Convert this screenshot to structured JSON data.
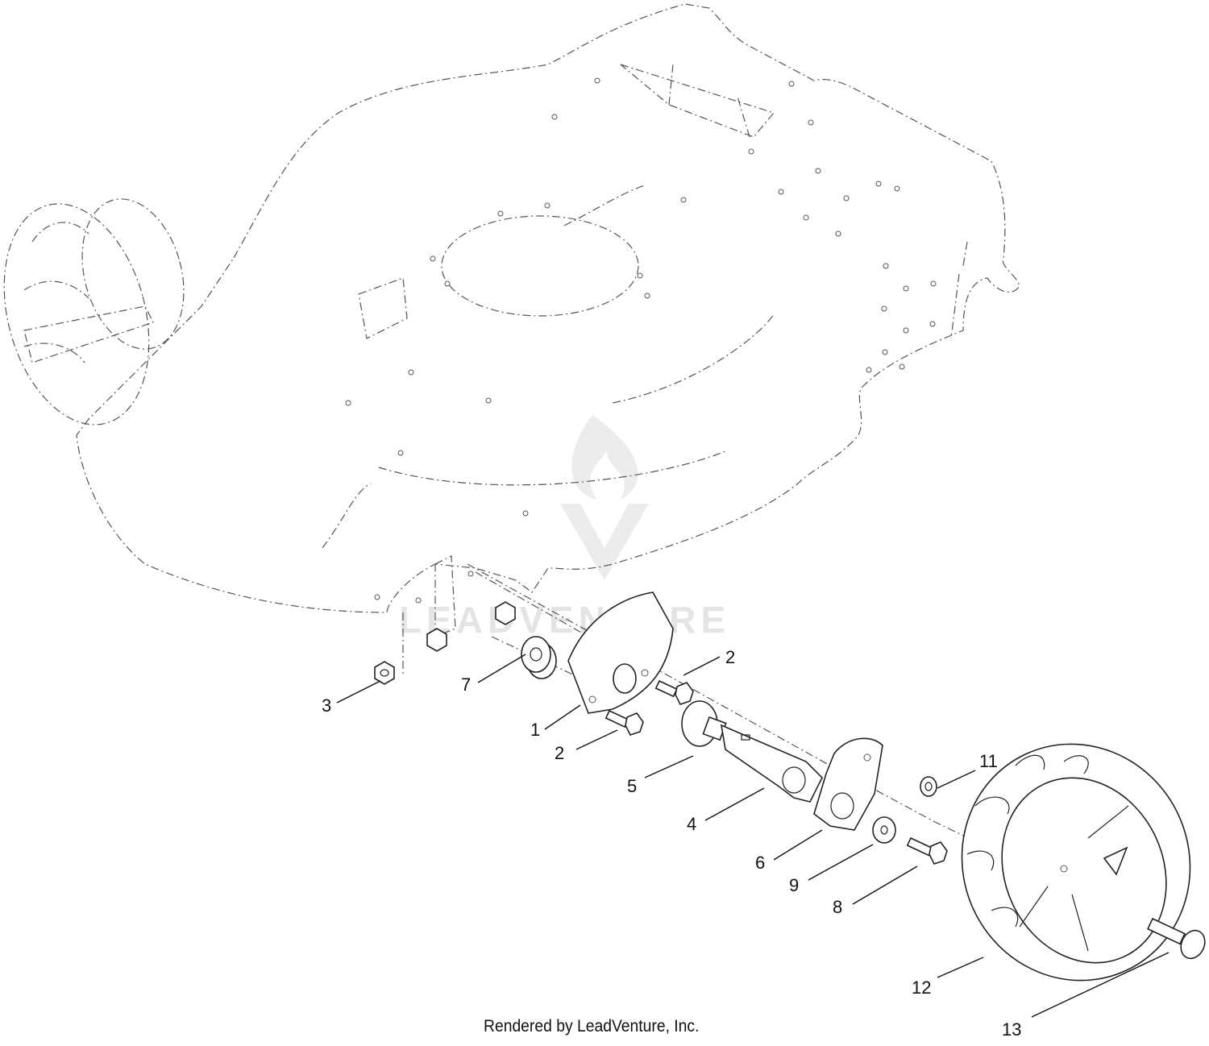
{
  "footer_text": "Rendered by LeadVenture, Inc.",
  "watermark_text": "LEADVENTURE",
  "callouts": [
    "1",
    "2",
    "2",
    "3",
    "4",
    "5",
    "6",
    "7",
    "8",
    "9",
    "11",
    "12",
    "13"
  ],
  "colors": {
    "line": "#222222",
    "phantom": "#555555",
    "watermark": "#e4e4e4"
  }
}
